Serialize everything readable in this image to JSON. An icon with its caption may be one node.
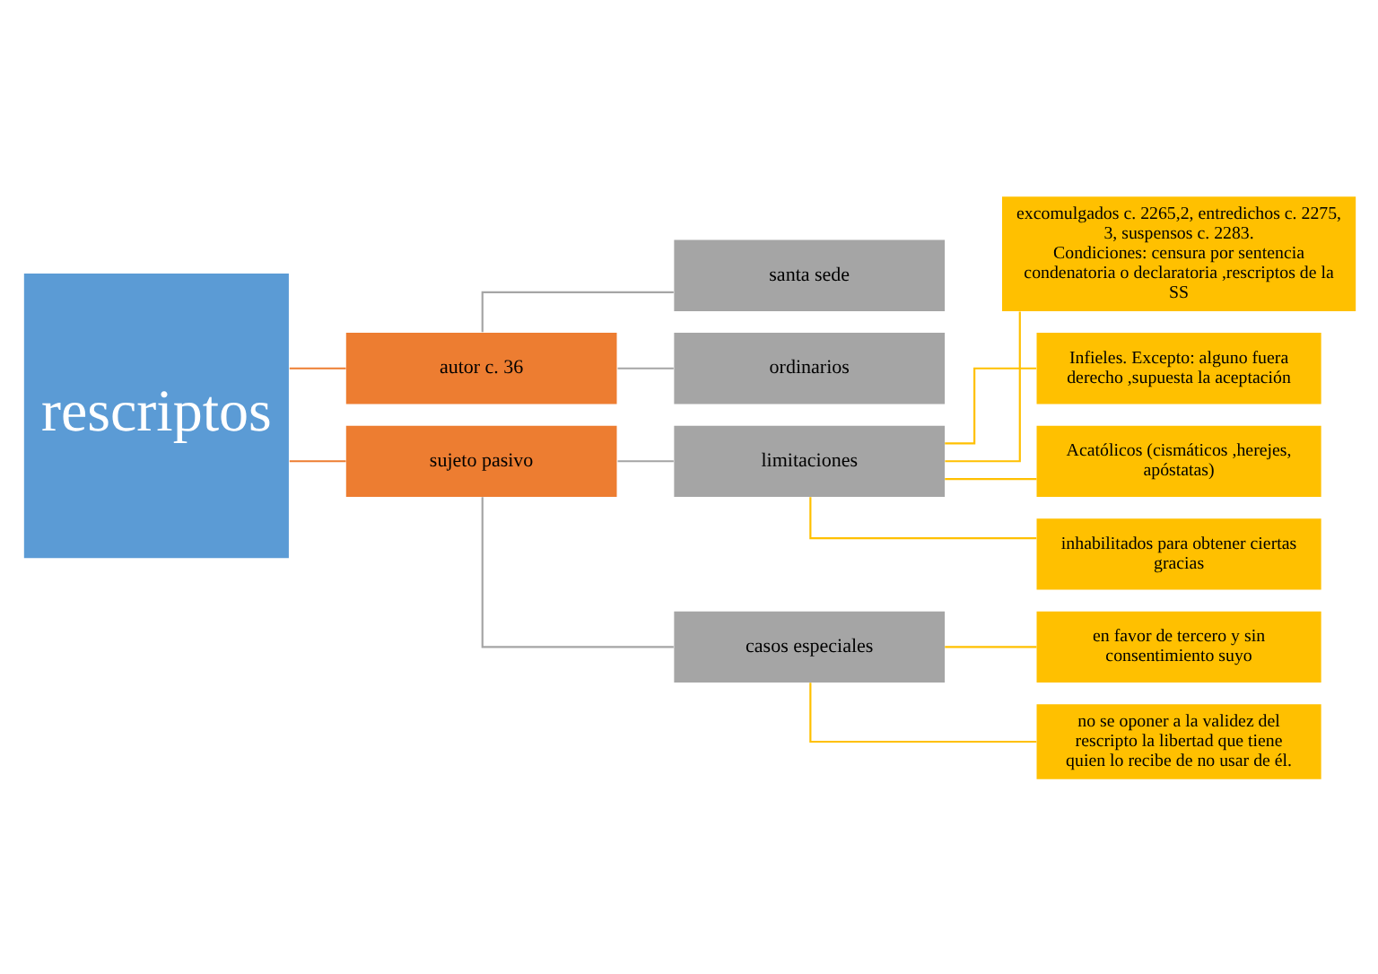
{
  "diagram": {
    "nodes": [
      {
        "text": [
          "rescriptos"
        ]
      },
      {
        "text": [
          "autor c. 36"
        ]
      },
      {
        "text": [
          "santa sede"
        ]
      },
      {
        "text": [
          "ordinarios"
        ]
      },
      {
        "text": [
          "sujeto pasivo"
        ]
      },
      {
        "text": [
          "limitaciones"
        ]
      },
      {
        "text": [
          "excomulgados c. 2265,2, entredichos c. 2275, 3, suspensos c. 2283.",
          "Condiciones: censura por sentencia condenatoria o declaratoria ,rescriptos de la SS"
        ]
      },
      {
        "text": [
          "Infieles. Excepto: alguno fuera derecho ,supuesta la aceptación"
        ]
      },
      {
        "text": [
          "Acatólicos (cismáticos ,herejes, apóstatas)"
        ]
      },
      {
        "text": [
          "inhabilitados para obtener ciertas gracias"
        ]
      },
      {
        "text": [
          "casos especiales"
        ]
      },
      {
        "text": [
          "en favor de tercero y sin consentimiento suyo"
        ]
      },
      {
        "text": [
          "no se oponer a la validez del rescripto la libertad que tiene quien lo recibe de no usar de él."
        ]
      }
    ],
    "edges": [
      {
        "from": 0,
        "to": 1,
        "arrow": "none",
        "color": "#ed7d31"
      },
      {
        "from": 0,
        "to": 4,
        "arrow": "none",
        "color": "#ed7d31"
      },
      {
        "from": 1,
        "to": 2,
        "arrow": "none",
        "color": "#a5a5a5"
      },
      {
        "from": 1,
        "to": 3,
        "arrow": "none",
        "color": "#a5a5a5"
      },
      {
        "from": 4,
        "to": 5,
        "arrow": "none",
        "color": "#a5a5a5"
      },
      {
        "from": 4,
        "to": 10,
        "arrow": "none",
        "color": "#a5a5a5"
      },
      {
        "from": 5,
        "to": 6,
        "arrow": "none"
      },
      {
        "from": 5,
        "to": 7,
        "arrow": "none"
      },
      {
        "from": 5,
        "to": 8,
        "arrow": "none"
      },
      {
        "from": 5,
        "to": 9,
        "arrow": "none"
      },
      {
        "from": 10,
        "to": 11,
        "arrow": "none"
      },
      {
        "from": 10,
        "to": 12,
        "arrow": "none"
      }
    ]
  }
}
